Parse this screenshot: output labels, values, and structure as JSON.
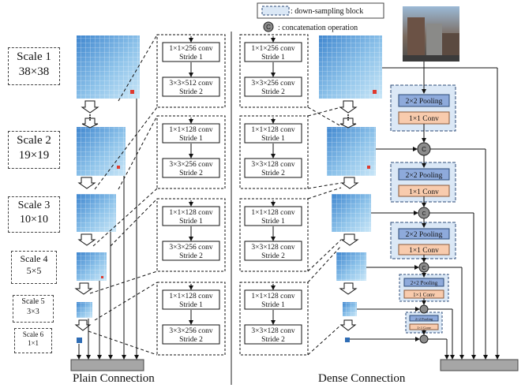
{
  "legend": {
    "downsampling_label": ": down-sampling block",
    "concat_symbol": "C",
    "concat_label": ": concatenation operation"
  },
  "scales": [
    {
      "label": "Scale 1",
      "size": "38×38"
    },
    {
      "label": "Scale 2",
      "size": "19×19"
    },
    {
      "label": "Scale 3",
      "size": "10×10"
    },
    {
      "label": "Scale 4",
      "size": "5×5"
    },
    {
      "label": "Scale 5",
      "size": "3×3"
    },
    {
      "label": "Scale 6",
      "size": "1×1"
    }
  ],
  "plain_convs": [
    [
      "1×1×256 conv",
      "Stride 1",
      "3×3×512 conv",
      "Stride 2"
    ],
    [
      "1×1×128 conv",
      "Stride 1",
      "3×3×256 conv",
      "Stride 2"
    ],
    [
      "1×1×128 conv",
      "Stride 1",
      "3×3×256 conv",
      "Stride 2"
    ],
    [
      "1×1×128 conv",
      "Stride 1",
      "3×3×256 conv",
      "Stride 2"
    ]
  ],
  "dense_convs": [
    [
      "1×1×256 conv",
      "Stride 1",
      "3×3×256 conv",
      "Stride 2"
    ],
    [
      "1×1×128 conv",
      "Stride 1",
      "3×3×128 conv",
      "Stride 2"
    ],
    [
      "1×1×128 conv",
      "Stride 1",
      "3×3×128 conv",
      "Stride 2"
    ],
    [
      "1×1×128 conv",
      "Stride 1",
      "3×3×128 conv",
      "Stride 2"
    ]
  ],
  "ds_blocks": [
    {
      "pool": "2×2 Pooling",
      "conv": "1×1 Conv"
    },
    {
      "pool": "2×2 Pooling",
      "conv": "1×1 Conv"
    },
    {
      "pool": "2×2 Pooling",
      "conv": "1×1 Conv"
    },
    {
      "pool": "2×2 Pooling",
      "conv": "1×1 Conv"
    },
    {
      "pool": "2×2 Pooling",
      "conv": "1×1 Conv"
    }
  ],
  "footer": {
    "plain": "Plain Connection",
    "dense": "Dense Connection"
  },
  "colors": {
    "ds_fill": "#dbe8f6",
    "ds_border": "#2b4a77",
    "pool_fill": "#8eaadb",
    "conv_fill": "#f8cbad",
    "concat_fill": "#8c8c8c",
    "output_bar": "#a6a6a6",
    "featuremap": "#5b9bd5"
  }
}
